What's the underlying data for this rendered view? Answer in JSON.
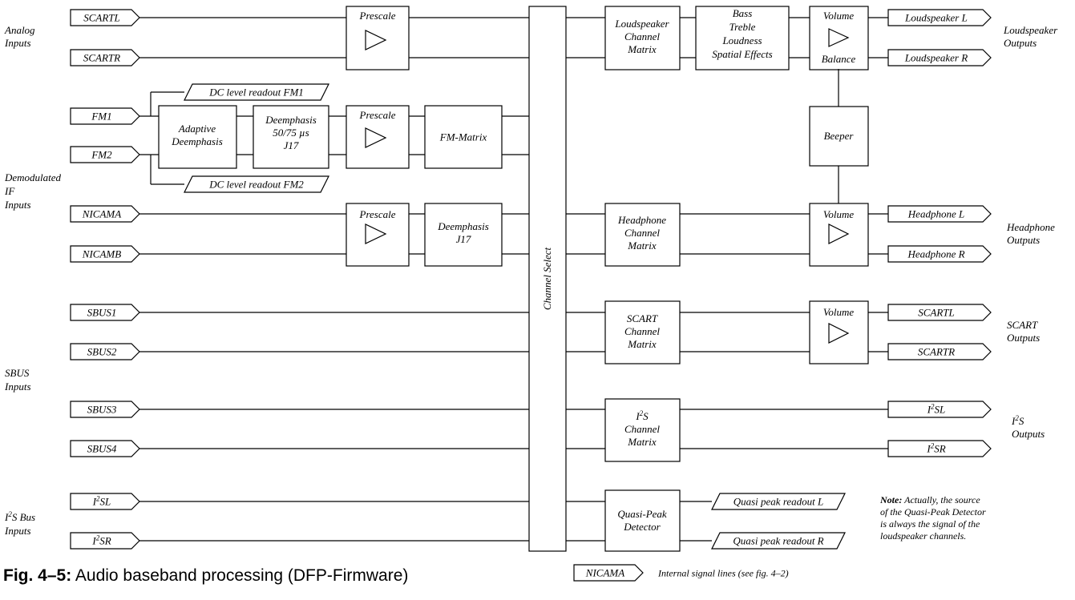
{
  "caption": {
    "prefix": "Fig. 4–5:",
    "text": " Audio baseband processing (DFP-Firmware)"
  },
  "legend": {
    "example_tag": "NICAMA",
    "text": "Internal signal lines (see fig. 4–2)"
  },
  "note": {
    "bold": "Note:",
    "lines": [
      " Actually, the source",
      "of the Quasi-Peak Detector",
      "is always the signal of the",
      "loudspeaker channels."
    ]
  },
  "group_labels": {
    "analog_inputs": [
      "Analog",
      "Inputs"
    ],
    "demod_inputs": [
      "Demodulated",
      "IF",
      "Inputs"
    ],
    "sbus_inputs": [
      "SBUS",
      "Inputs"
    ],
    "i2s_bus_inputs_line1": "S Bus",
    "i2s_bus_inputs_line2": "Inputs",
    "loudspeaker_outputs": [
      "Loudspeaker",
      "Outputs"
    ],
    "headphone_outputs": [
      "Headphone",
      "Outputs"
    ],
    "scart_outputs": [
      "SCART",
      "Outputs"
    ],
    "i2s_outputs_line1": "S",
    "i2s_outputs_line2": "Outputs"
  },
  "inputs": {
    "scartl": "SCARTL",
    "scartr": "SCARTR",
    "fm1": "FM1",
    "fm2": "FM2",
    "nicama": "NICAMA",
    "nicamb": "NICAMB",
    "sbus1": "SBUS1",
    "sbus2": "SBUS2",
    "sbus3": "SBUS3",
    "sbus4": "SBUS4",
    "i2sl_suffix": "SL",
    "i2sr_suffix": "SR"
  },
  "readouts": {
    "dc_fm1": "DC level readout FM1",
    "dc_fm2": "DC level readout FM2",
    "qp_l": "Quasi peak readout L",
    "qp_r": "Quasi peak readout R"
  },
  "blocks": {
    "prescale": "Prescale",
    "adaptive_deemphasis": [
      "Adaptive",
      "Deemphasis"
    ],
    "deemphasis_fm": [
      "Deemphasis",
      "50/75 µs",
      "J17"
    ],
    "fm_matrix": "FM-Matrix",
    "deemphasis_nicam": [
      "Deemphasis",
      "J17"
    ],
    "channel_select": "Channel Select",
    "loudspeaker_matrix": [
      "Loudspeaker",
      "Channel",
      "Matrix"
    ],
    "bass_treble": [
      "Bass",
      "Treble",
      "Loudness",
      "Spatial Effects"
    ],
    "volume": "Volume",
    "balance": "Balance",
    "beeper": "Beeper",
    "headphone_matrix": [
      "Headphone",
      "Channel",
      "Matrix"
    ],
    "scart_matrix": [
      "SCART",
      "Channel",
      "Matrix"
    ],
    "i2s_matrix_line1": "S",
    "i2s_matrix_rest": [
      "Channel",
      "Matrix"
    ],
    "quasi_peak": [
      "Quasi-Peak",
      "Detector"
    ]
  },
  "outputs": {
    "loudspeaker_l": "Loudspeaker L",
    "loudspeaker_r": "Loudspeaker R",
    "headphone_l": "Headphone L",
    "headphone_r": "Headphone R",
    "scartl": "SCARTL",
    "scartr": "SCARTR",
    "i2sl_suffix": "SL",
    "i2sr_suffix": "SR"
  },
  "i2s": {
    "base": "I",
    "superscript": "2"
  }
}
